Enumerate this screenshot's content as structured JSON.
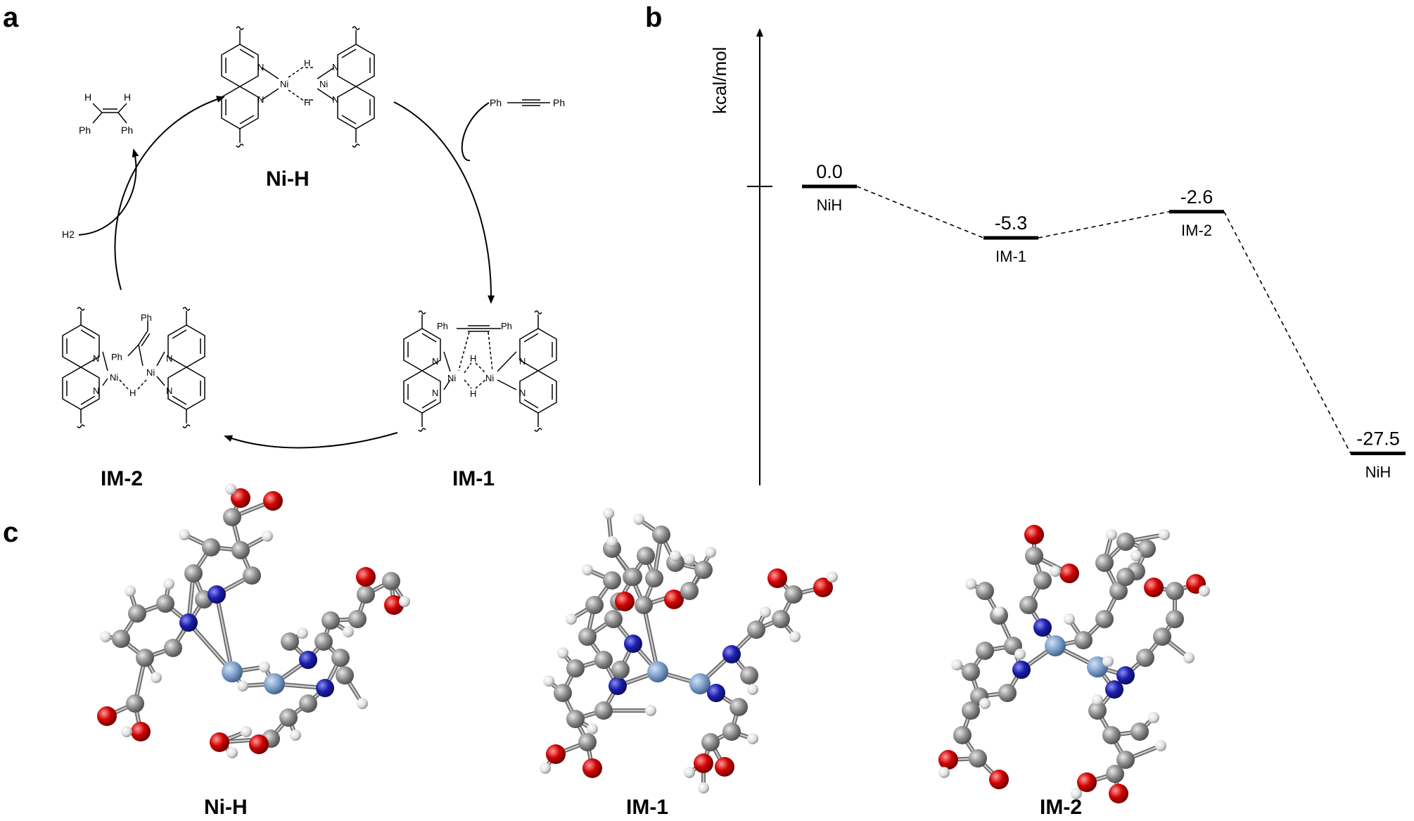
{
  "panels": {
    "a": "a",
    "b": "b",
    "c": "c"
  },
  "scheme": {
    "complexes": {
      "nih": "Ni-H",
      "im1": "IM-1",
      "im2": "IM-2"
    },
    "reagents": {
      "alkyne_left": "Ph",
      "alkyne_right": "Ph",
      "h2": "H2",
      "alkene_ph_left": "Ph",
      "alkene_ph_right": "Ph",
      "alkene_h": "H"
    },
    "atoms": {
      "ni": "Ni",
      "n": "N",
      "h": "H",
      "ph": "Ph"
    }
  },
  "energy_diagram": {
    "ylabel": "kcal/mol",
    "levels": [
      {
        "value": "0.0",
        "label": "NiH",
        "energy": 0.0
      },
      {
        "value": "-5.3",
        "label": "IM-1",
        "energy": -5.3
      },
      {
        "value": "-2.6",
        "label": "IM-2",
        "energy": -2.6
      },
      {
        "value": "-27.5",
        "label": "NiH",
        "energy": -27.5
      }
    ]
  },
  "structures": {
    "labels": [
      "Ni-H",
      "IM-1",
      "IM-2"
    ]
  },
  "colors": {
    "carbon": "#8a8a8a",
    "nitrogen": "#1c1fae",
    "oxygen": "#d00000",
    "hydrogen": "#e6e6e6",
    "nickel": "#7a9cc8"
  }
}
